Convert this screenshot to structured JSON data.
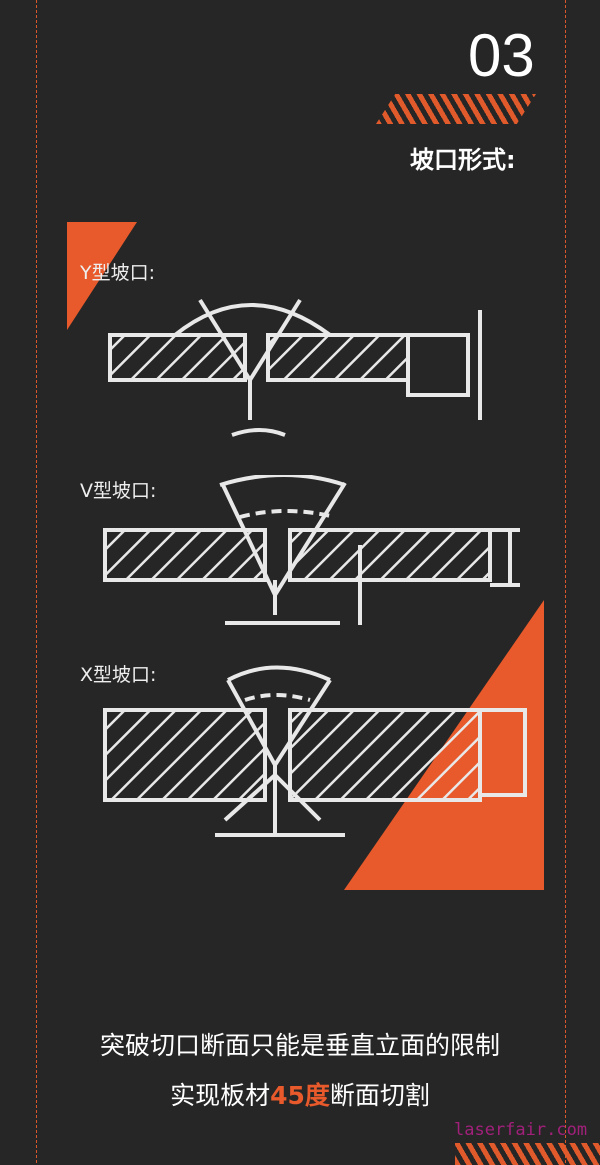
{
  "header": {
    "number": "03",
    "title": "坡口形式:"
  },
  "diagrams": [
    {
      "label": "Y型坡口:"
    },
    {
      "label": "V型坡口:"
    },
    {
      "label": "X型坡口:"
    }
  ],
  "footer": {
    "line1": "突破切口断面只能是垂直立面的限制",
    "line2_pre": "实现板材",
    "line2_highlight": "45度",
    "line2_post": "断面切割",
    "watermark": "laserfair.com"
  },
  "colors": {
    "accent": "#e85a2b",
    "background": "#262626"
  }
}
